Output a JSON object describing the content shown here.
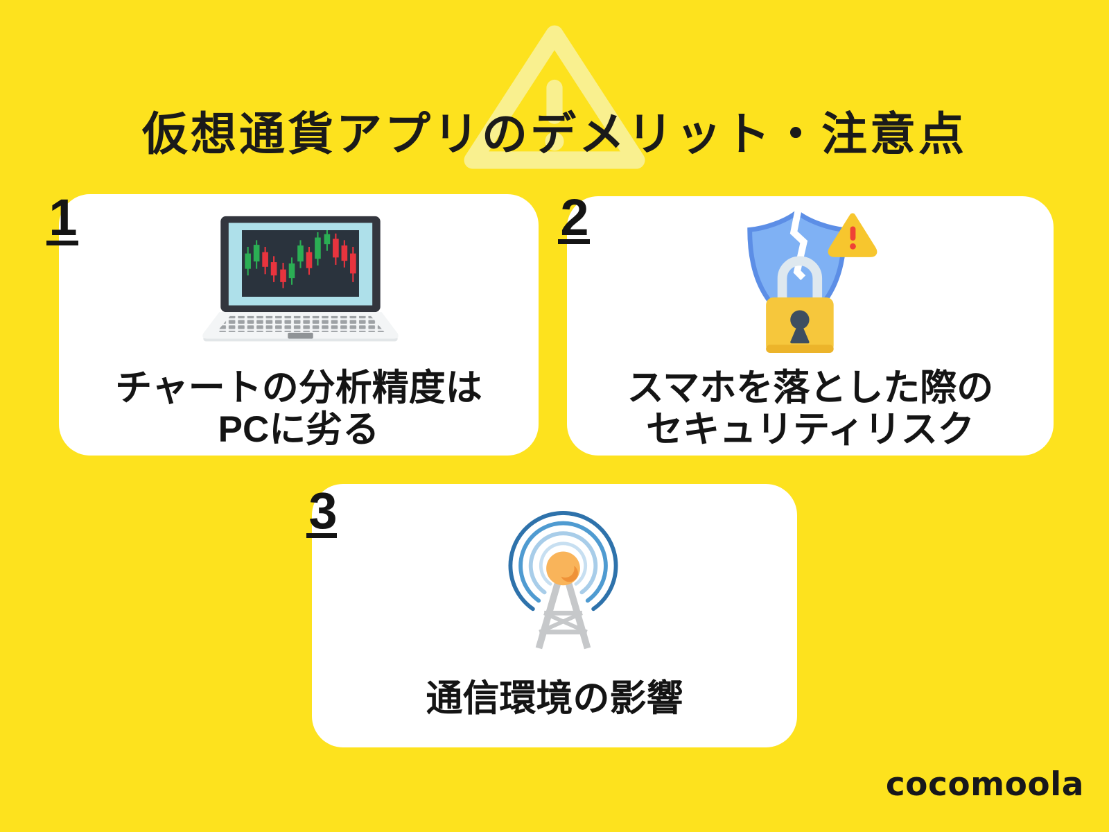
{
  "page": {
    "title": "仮想通貨アプリのデメリット・注意点",
    "logo_text": "cocomoola",
    "background_color": "#FDE21E",
    "watermark_icon": "warning-triangle",
    "watermark_color": "#F9F08F",
    "card_background": "#FFFFFF",
    "text_color": "#141414"
  },
  "cards": [
    {
      "number": "1",
      "icon": "laptop-candlestick-chart",
      "caption": [
        "チャートの分析精度は",
        "PCに劣る"
      ]
    },
    {
      "number": "2",
      "icon": "cracked-shield-padlock-warning",
      "caption": [
        "スマホを落とした際の",
        "セキュリティリスク"
      ]
    },
    {
      "number": "3",
      "icon": "radio-tower-signal",
      "caption": [
        "通信環境の影響"
      ]
    }
  ],
  "colors": {
    "chart_green": "#2BAE54",
    "chart_red": "#E8343E",
    "laptop_bezel": "#33363E",
    "laptop_screen": "#AEE0EA",
    "chart_background": "#2A333D",
    "shield_blue": "#7FB1F4",
    "shield_border": "#5C8EE6",
    "lock_gold": "#F6C73C",
    "warning_gold": "#F7C62E",
    "warning_red": "#EF4136",
    "signal_blue_dark": "#2E72AB",
    "signal_blue_light": "#A8CDE9",
    "tower_gray": "#C6C8CA",
    "ball_orange": "#F9B45A"
  }
}
